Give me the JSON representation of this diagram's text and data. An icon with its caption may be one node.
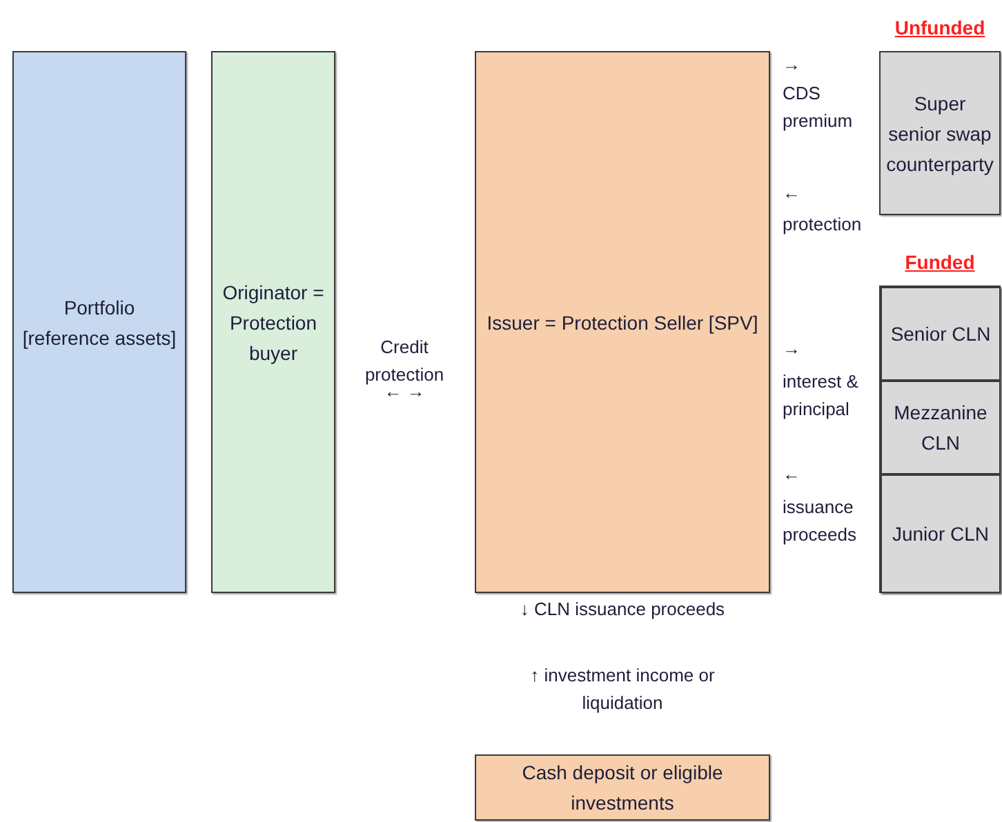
{
  "diagram": {
    "nodes": [
      {
        "text": [
          "Portfolio [reference assets]"
        ]
      },
      {
        "text": [
          "Originator = Protection buyer"
        ]
      },
      {
        "text": [
          "Issuer = Protection Seller [SPV]"
        ]
      },
      {
        "text": [
          "Unfunded",
          "Super senior swap counterparty"
        ]
      },
      {
        "text": [
          "Funded"
        ]
      },
      {
        "text": [
          "Senior CLN"
        ],
        "in": 4
      },
      {
        "text": [
          "Mezzanine CLN"
        ],
        "in": 4
      },
      {
        "text": [
          "Junior CLN"
        ],
        "in": 4
      },
      {
        "text": [
          "Cash deposit or eligible investments"
        ]
      }
    ],
    "labels": [
      "Credit protection",
      "← →",
      "→",
      "CDS premium",
      "←",
      "protection",
      "→",
      "interest & principal",
      "←",
      "issuance proceeds",
      "↓ CLN issuance proceeds",
      "↑ investment income or liquidation"
    ]
  }
}
